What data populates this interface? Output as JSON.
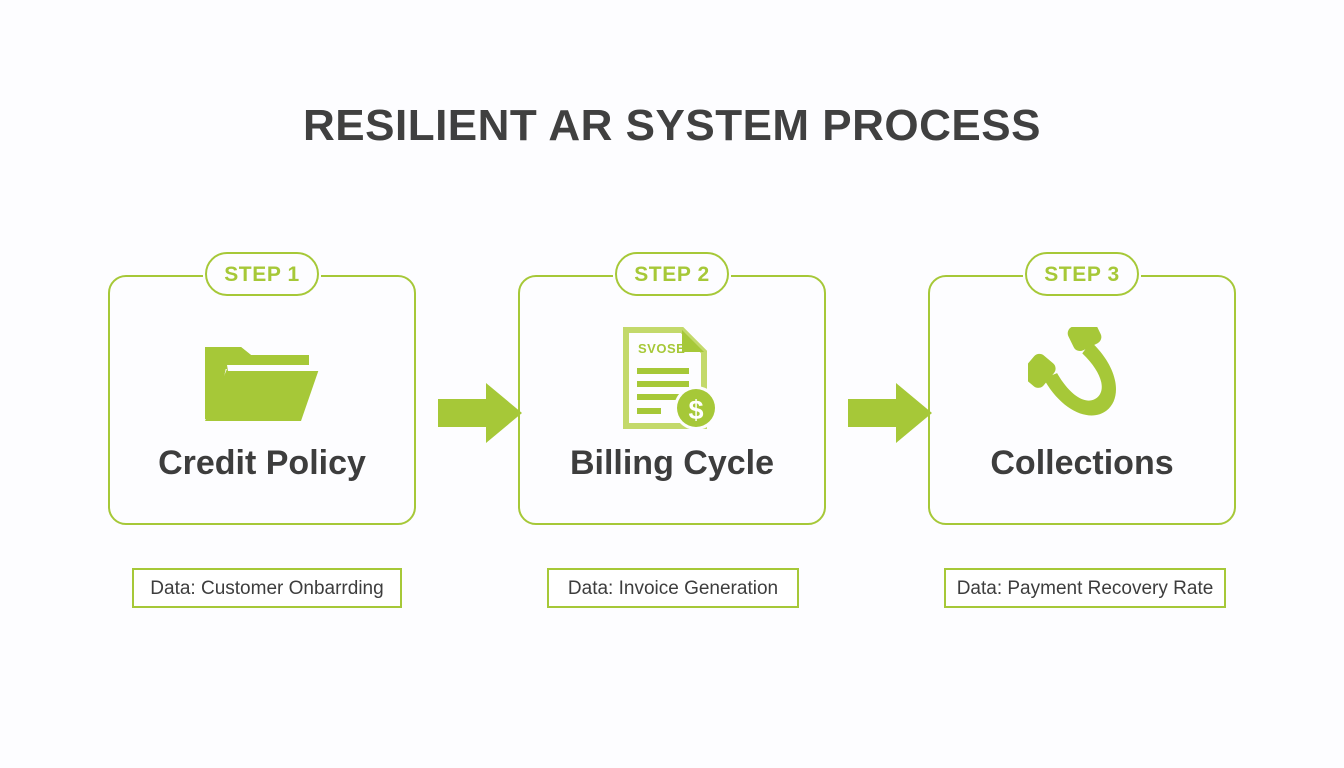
{
  "title": "RESILIENT AR SYSTEM PROCESS",
  "theme": {
    "accent": "#a6c838",
    "text_dark": "#3d3d3d",
    "title_color": "#404040",
    "background": "#fdfdff",
    "card_background": "#ffffff"
  },
  "steps": [
    {
      "badge": "STEP 1",
      "title": "Credit Policy",
      "icon": "folder-icon",
      "data_label": "Data: Customer Onbarrding"
    },
    {
      "badge": "STEP 2",
      "title": "Billing Cycle",
      "icon": "invoice-document-icon",
      "icon_text": "SVOSE",
      "data_label": "Data: Invoice Generation"
    },
    {
      "badge": "STEP 3",
      "title": "Collections",
      "icon": "telephone-handset-icon",
      "data_label": "Data: Payment Recovery Rate"
    }
  ],
  "connectors": [
    {
      "name": "arrow-right-icon"
    },
    {
      "name": "arrow-right-icon"
    }
  ]
}
